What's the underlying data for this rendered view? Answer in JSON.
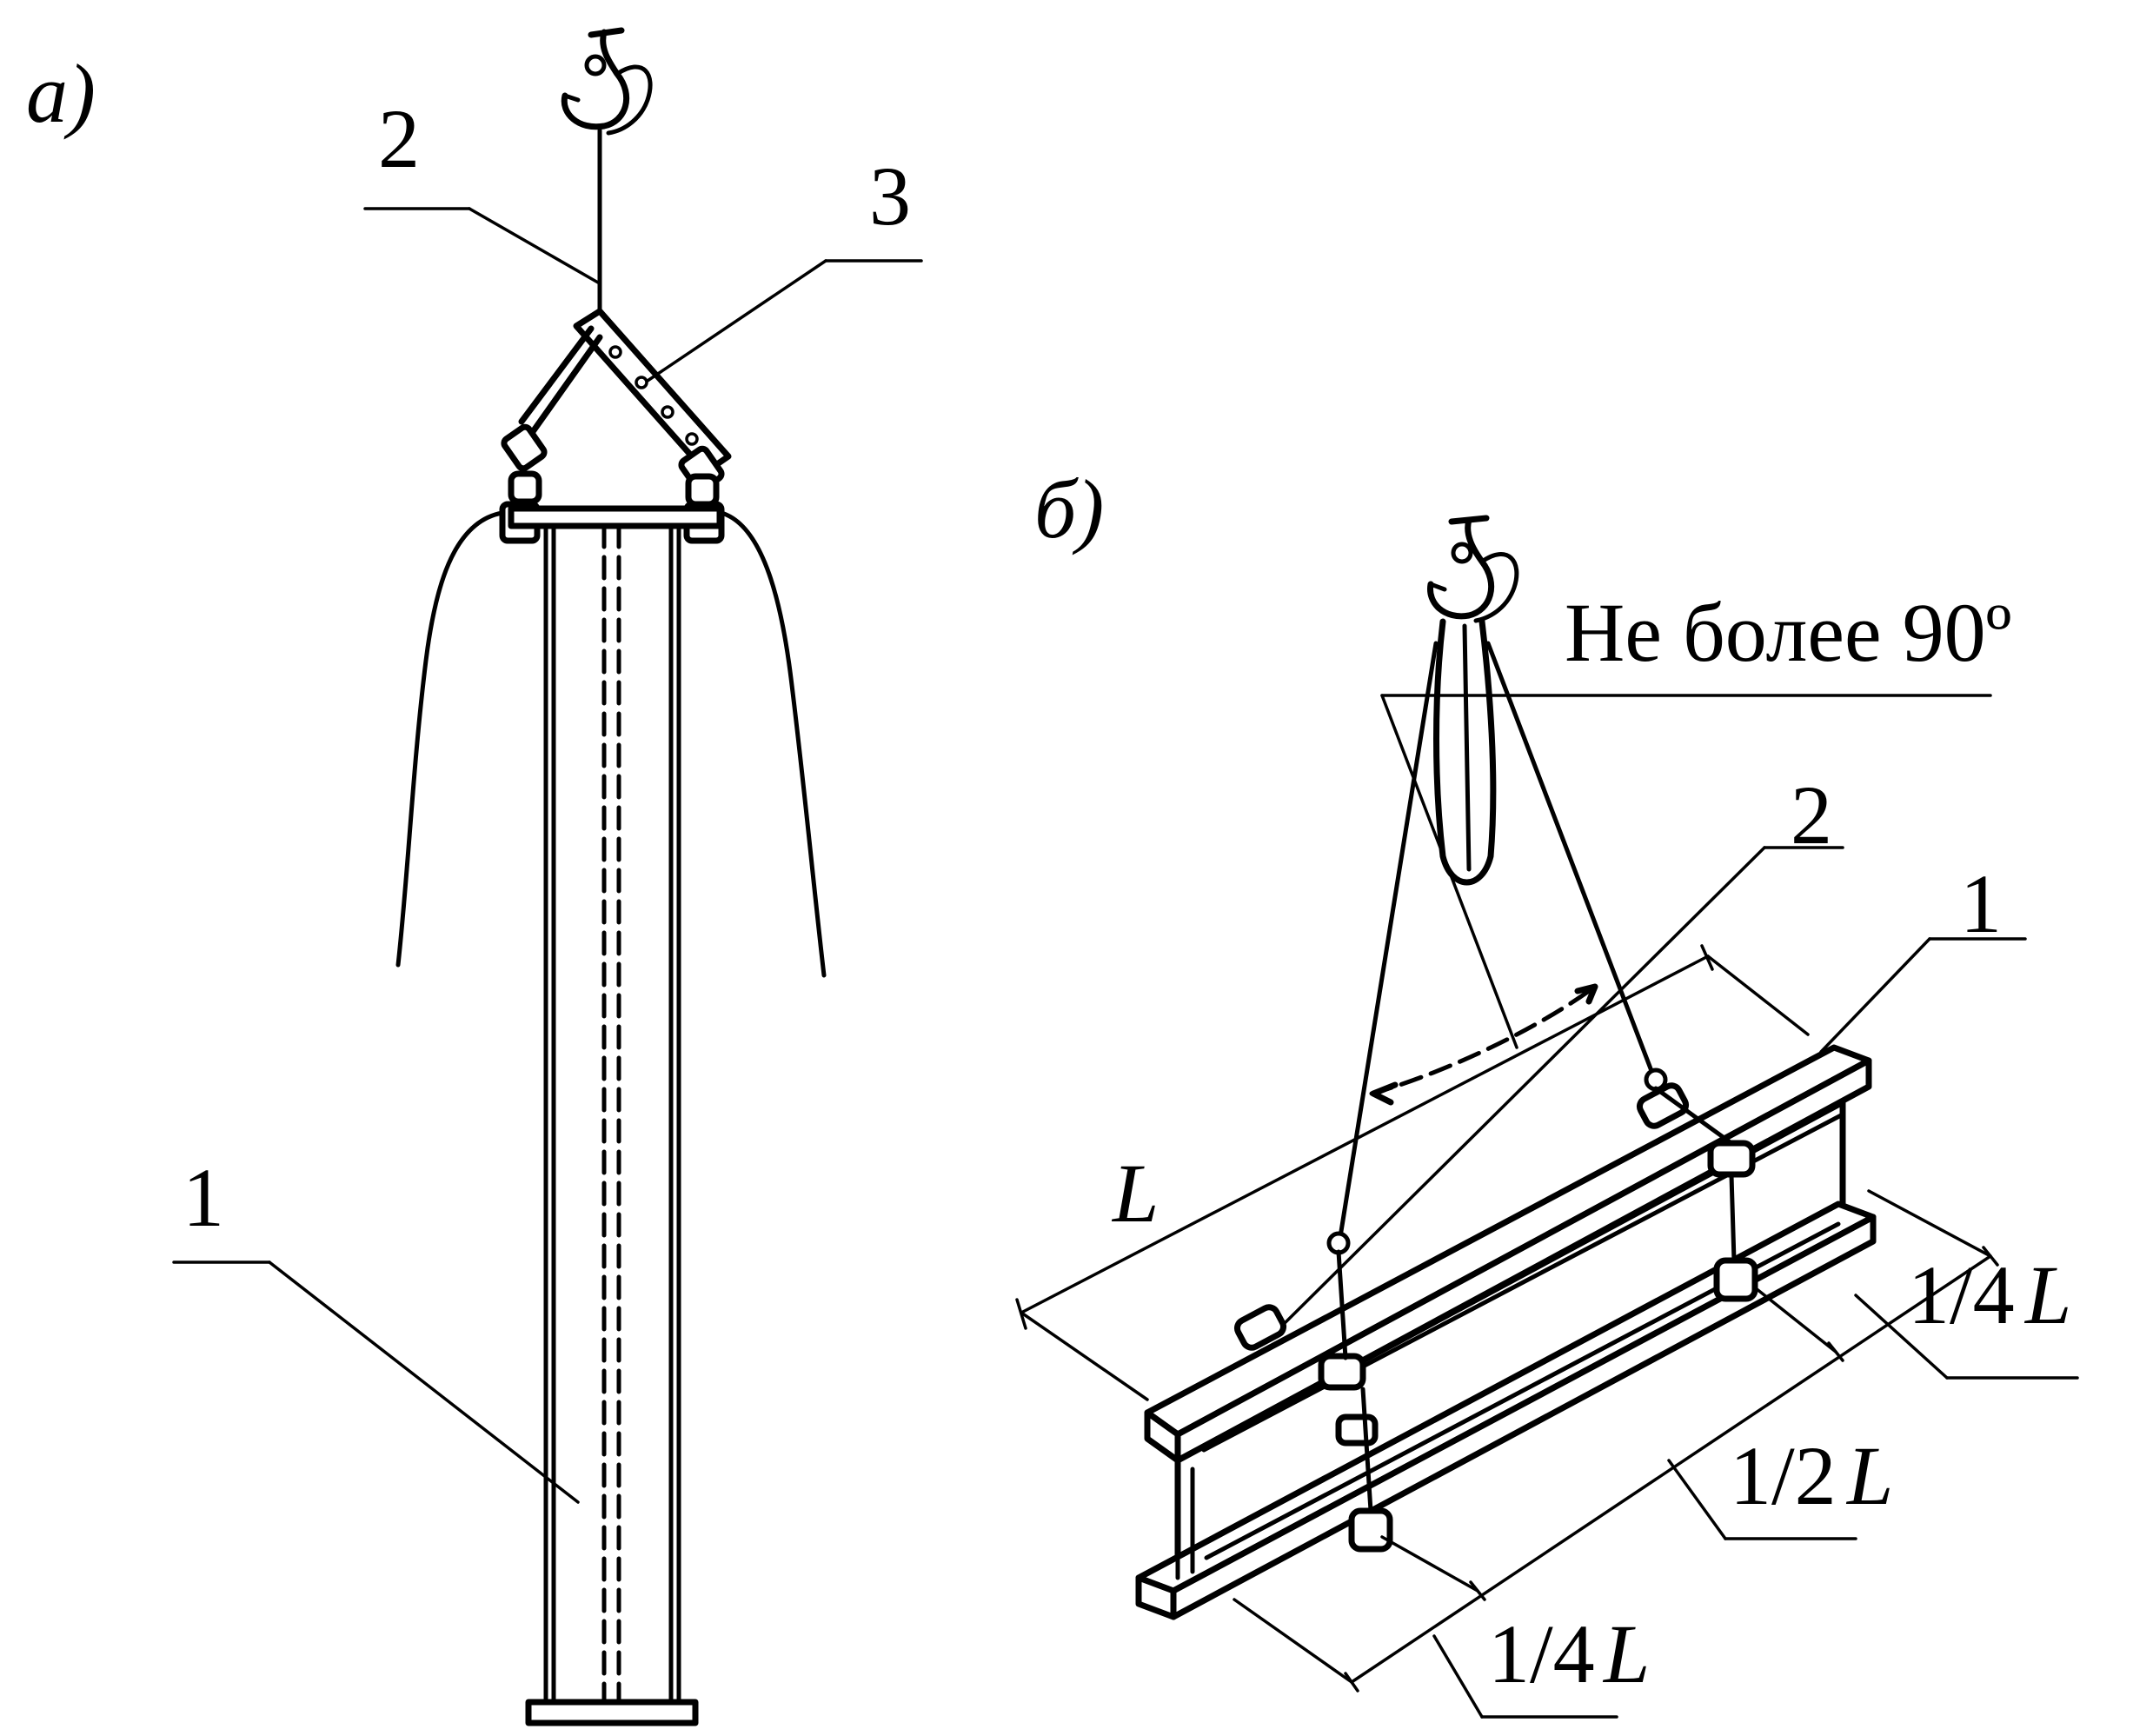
{
  "figure_a": {
    "panel_label": "а)",
    "callouts": {
      "column": "1",
      "crane_hook_sling": "2",
      "traverse_beam": "3"
    }
  },
  "figure_b": {
    "panel_label": "б)",
    "angle_note": "Не более 90º",
    "callouts": {
      "beam": "1",
      "sling": "2"
    },
    "dimensions": {
      "length": "L",
      "quarter_top_num": "1/4",
      "half_num": "1/2",
      "quarter_bottom_num": "1/4",
      "unit": "L"
    }
  }
}
